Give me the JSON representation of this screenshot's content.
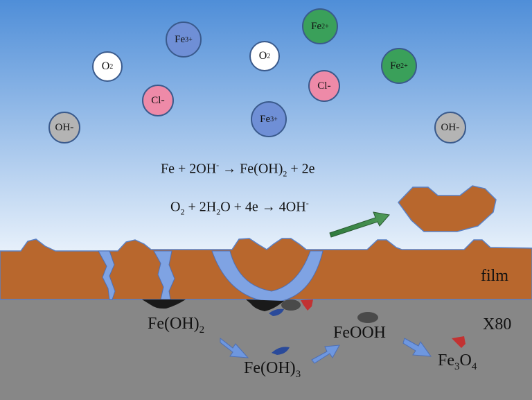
{
  "ions": [
    {
      "id": "o2-a",
      "text": "O",
      "sub": "2",
      "sup": "",
      "fill": "#ffffff"
    },
    {
      "id": "fe3-a",
      "text": "Fe",
      "sub": "",
      "sup": "3+",
      "fill": "#6f8fd6"
    },
    {
      "id": "o2-b",
      "text": "O",
      "sub": "2",
      "sup": "",
      "fill": "#ffffff"
    },
    {
      "id": "fe2-a",
      "text": "Fe",
      "sub": "",
      "sup": "2+",
      "fill": "#3aa05a"
    },
    {
      "id": "fe2-b",
      "text": "Fe",
      "sub": "",
      "sup": "2+",
      "fill": "#3aa05a"
    },
    {
      "id": "cl-a",
      "text": "Cl",
      "sub": "",
      "sup": "-",
      "fill": "#ee8aa8"
    },
    {
      "id": "cl-b",
      "text": "Cl",
      "sub": "",
      "sup": "-",
      "fill": "#ee8aa8"
    },
    {
      "id": "oh-a",
      "text": "OH",
      "sub": "",
      "sup": "-",
      "fill": "#b4b4b4"
    },
    {
      "id": "fe3-b",
      "text": "Fe",
      "sub": "",
      "sup": "3+",
      "fill": "#6f8fd6"
    },
    {
      "id": "oh-b",
      "text": "OH",
      "sub": "",
      "sup": "-",
      "fill": "#b4b4b4"
    }
  ],
  "equations": {
    "eq1": {
      "a": "Fe + 2OH",
      "a_sup": "-",
      "b": " → Fe(OH)",
      "b_sub": "2",
      "c": " + 2e"
    },
    "eq2": {
      "a": "O",
      "a_sub": "2",
      "b": " + 2H",
      "b_sub": "2",
      "c": "O + 4e → 4OH",
      "c_sup": "-"
    }
  },
  "labels": {
    "film": "film",
    "substrate": "X80",
    "product1": {
      "base": "Fe(OH)",
      "sub": "2"
    },
    "product2": {
      "base": "Fe(OH)",
      "sub": "3"
    },
    "product3": {
      "base": "FeOOH"
    },
    "product4": {
      "base": "Fe",
      "sub1": "3",
      "mid": "O",
      "sub2": "4"
    }
  },
  "colors": {
    "solution_top": "#4f8ed8",
    "solution_bottom": "#e8f1fb",
    "film": "#b8672d",
    "film_edge": "#5a80c4",
    "crack": "#7fa3e3",
    "substrate": "#878787",
    "arrow_blue": "#6e97df",
    "arrow_green": "#2e7a3c",
    "fe3o4_red": "#c23232"
  }
}
